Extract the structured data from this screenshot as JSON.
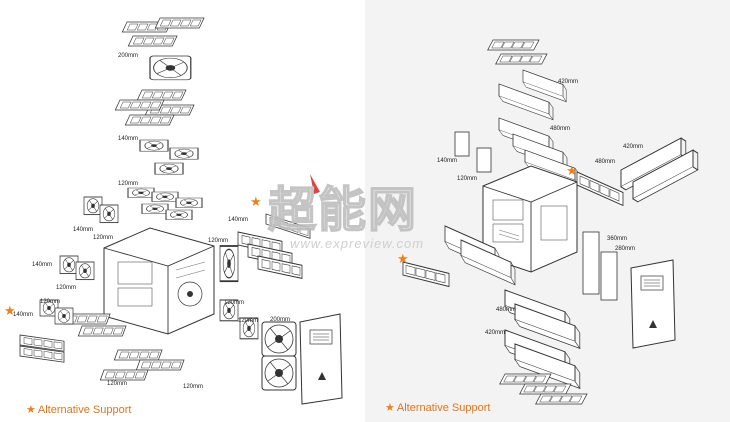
{
  "left": {
    "labels": [
      "200mm",
      "140mm",
      "120mm",
      "140mm",
      "120mm",
      "140mm",
      "120mm",
      "140mm",
      "120mm",
      "120mm",
      "140mm",
      "120mm",
      "120mm",
      "200mm",
      "120mm",
      "120mm"
    ],
    "legend": "Alternative Support"
  },
  "right": {
    "labels": [
      "420mm",
      "480mm",
      "140mm",
      "120mm",
      "480mm",
      "420mm",
      "360mm",
      "280mm",
      "480mm",
      "420mm"
    ],
    "legend": "Alternative Support"
  },
  "watermark": {
    "text": "超能网",
    "url": "www.expreview.com"
  },
  "colors": {
    "accent": "#f07f18",
    "watermark_red": "#d82a2a",
    "line": "#333333"
  }
}
